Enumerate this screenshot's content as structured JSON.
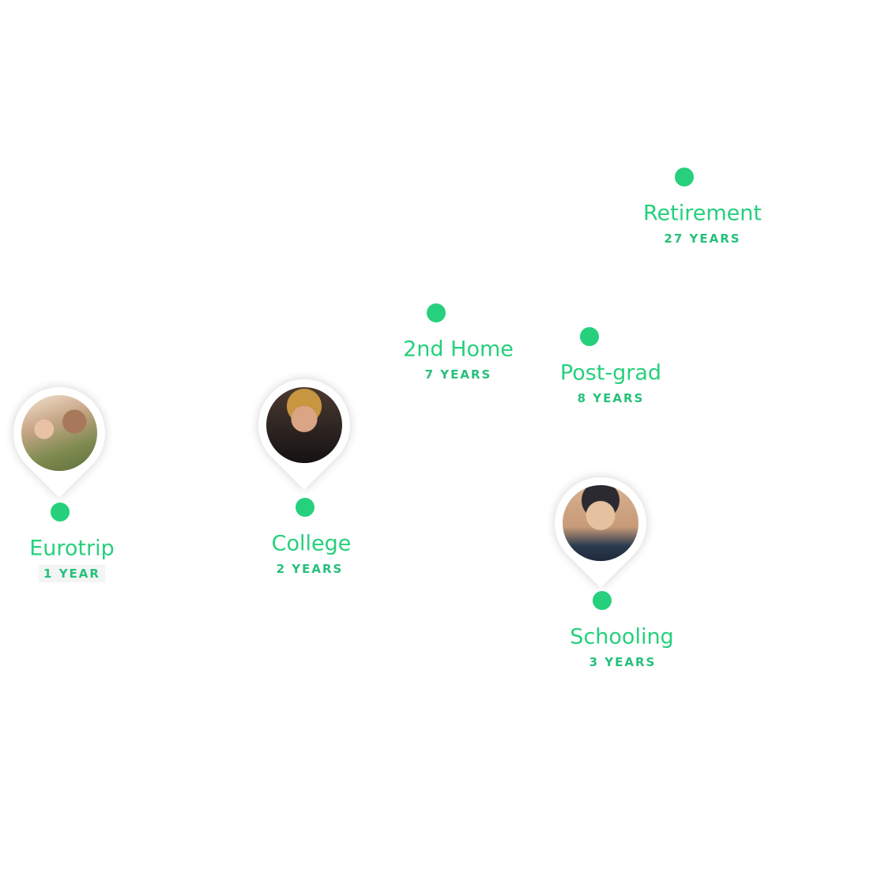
{
  "accent_color": "#26d07c",
  "milestones": [
    {
      "title": "Retirement",
      "duration": "27 YEARS"
    },
    {
      "title": "2nd Home",
      "duration": "7 YEARS"
    },
    {
      "title": "Post-grad",
      "duration": "8 YEARS"
    },
    {
      "title": "Eurotrip",
      "duration": "1 YEAR",
      "avatar": "couple-photo"
    },
    {
      "title": "College",
      "duration": "2 YEARS",
      "avatar": "young-woman-photo"
    },
    {
      "title": "Schooling",
      "duration": "3 YEARS",
      "avatar": "child-photo"
    }
  ]
}
